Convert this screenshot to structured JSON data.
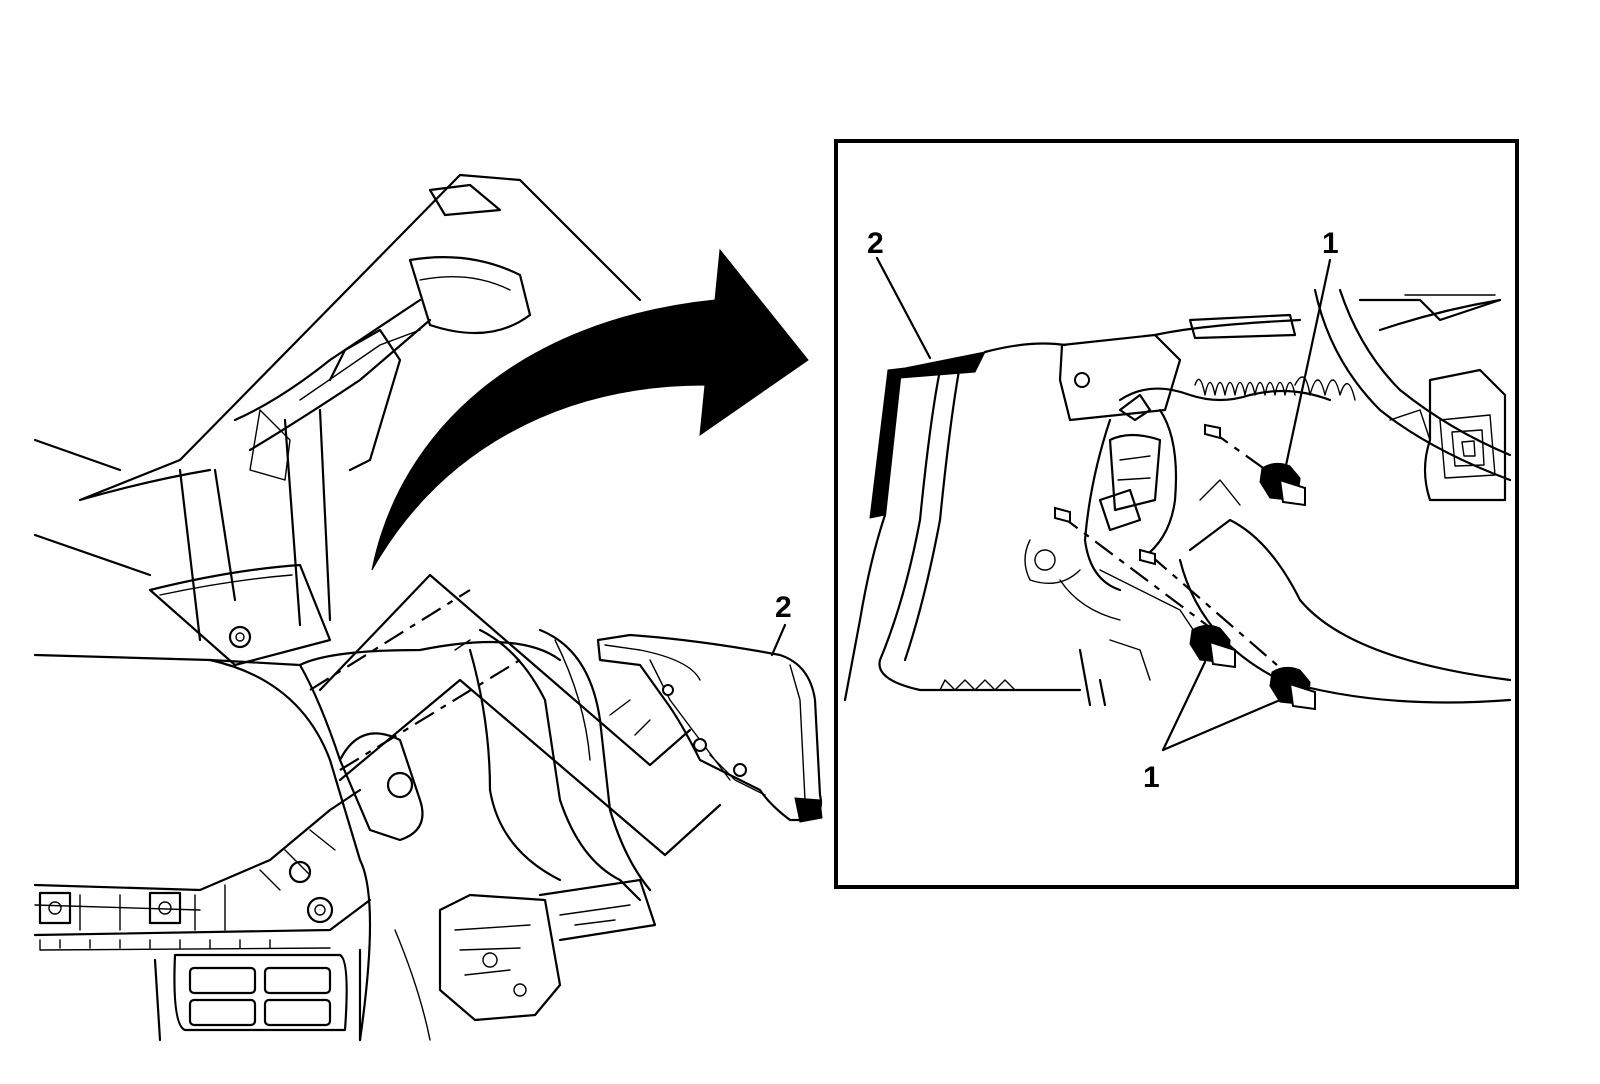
{
  "callouts": {
    "main_panel": "2",
    "detail_panel": "2",
    "detail_retainer_top": "1",
    "detail_retainer_bottom": "1"
  },
  "icons": {
    "arrow": "curved-arrow-icon"
  }
}
